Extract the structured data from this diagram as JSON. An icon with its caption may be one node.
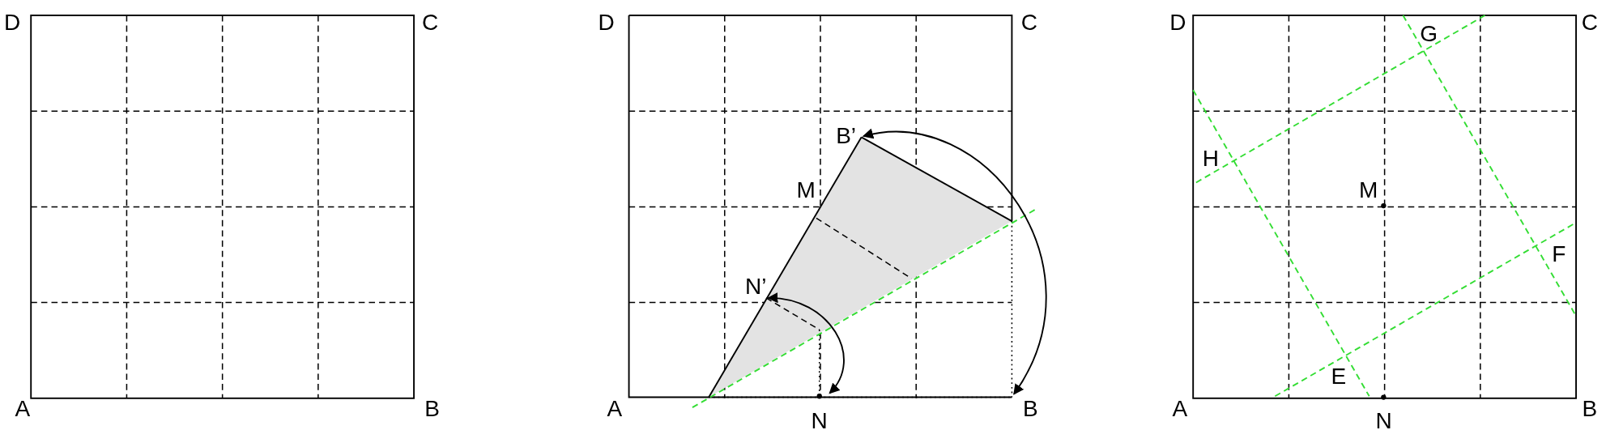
{
  "diagram": {
    "labels": [
      "D",
      "C",
      "A",
      "B",
      "D",
      "C",
      "B’",
      "M",
      "N’",
      "A",
      "N",
      "B",
      "D",
      "G",
      "C",
      "H",
      "M",
      "F",
      "E",
      "A",
      "N",
      "B"
    ]
  }
}
